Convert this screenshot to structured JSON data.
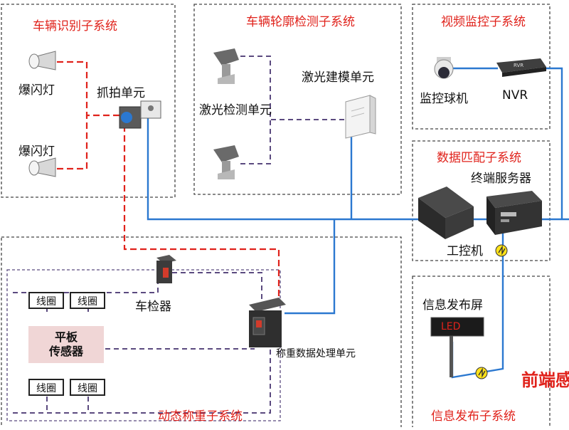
{
  "subsystems": {
    "vehicle_id": "车辆识别子系统",
    "contour": "车辆轮廓检测子系统",
    "video": "视频监控子系统",
    "matching": "数据匹配子系统",
    "weighing": "动态称重子系统",
    "info_release": "信息发布子系统"
  },
  "labels": {
    "flash_lamp_1": "爆闪灯",
    "flash_lamp_2": "爆闪灯",
    "capture_unit": "抓拍单元",
    "laser_detect": "激光检测单元",
    "laser_model": "激光建模单元",
    "dome_camera": "监控球机",
    "nvr": "NVR",
    "terminal_server": "终端服务器",
    "ipc": "工控机",
    "vehicle_detector": "车检器",
    "weigh_processor": "称重数据处理单元",
    "sensor_line1": "平板",
    "sensor_line2": "传感器",
    "info_screen": "信息发布屏",
    "screen_text": "LED",
    "brand_text": "前端感"
  },
  "coils": [
    "线圈",
    "线圈",
    "线圈",
    "线圈"
  ],
  "colors": {
    "title": "#e0221b",
    "network_line": "#2b78d0",
    "signal_line": "#e0221b",
    "control_line": "#5b4a7f",
    "box_border": "#444444"
  }
}
